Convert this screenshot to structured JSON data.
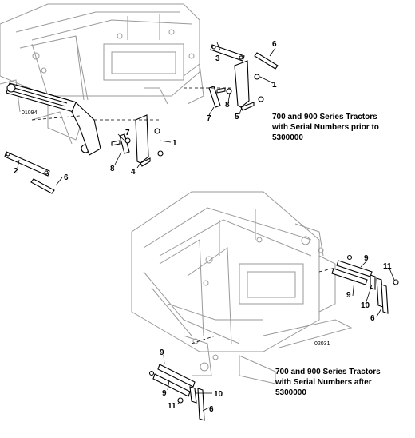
{
  "top_view": {
    "code": "01094",
    "caption_lines": [
      "700 and 900 Series Tractors",
      "with Serial Numbers prior to",
      "5300000"
    ],
    "callouts": [
      "1",
      "1",
      "2",
      "3",
      "4",
      "5",
      "6",
      "6",
      "7",
      "7",
      "8",
      "8"
    ]
  },
  "bottom_view": {
    "code": "02031",
    "caption_lines": [
      "700 and 900 Series Tractors",
      "with Serial Numbers after",
      "5300000"
    ],
    "callouts": [
      "9",
      "9",
      "10",
      "11",
      "6",
      "9",
      "9",
      "10",
      "11",
      "6"
    ]
  }
}
